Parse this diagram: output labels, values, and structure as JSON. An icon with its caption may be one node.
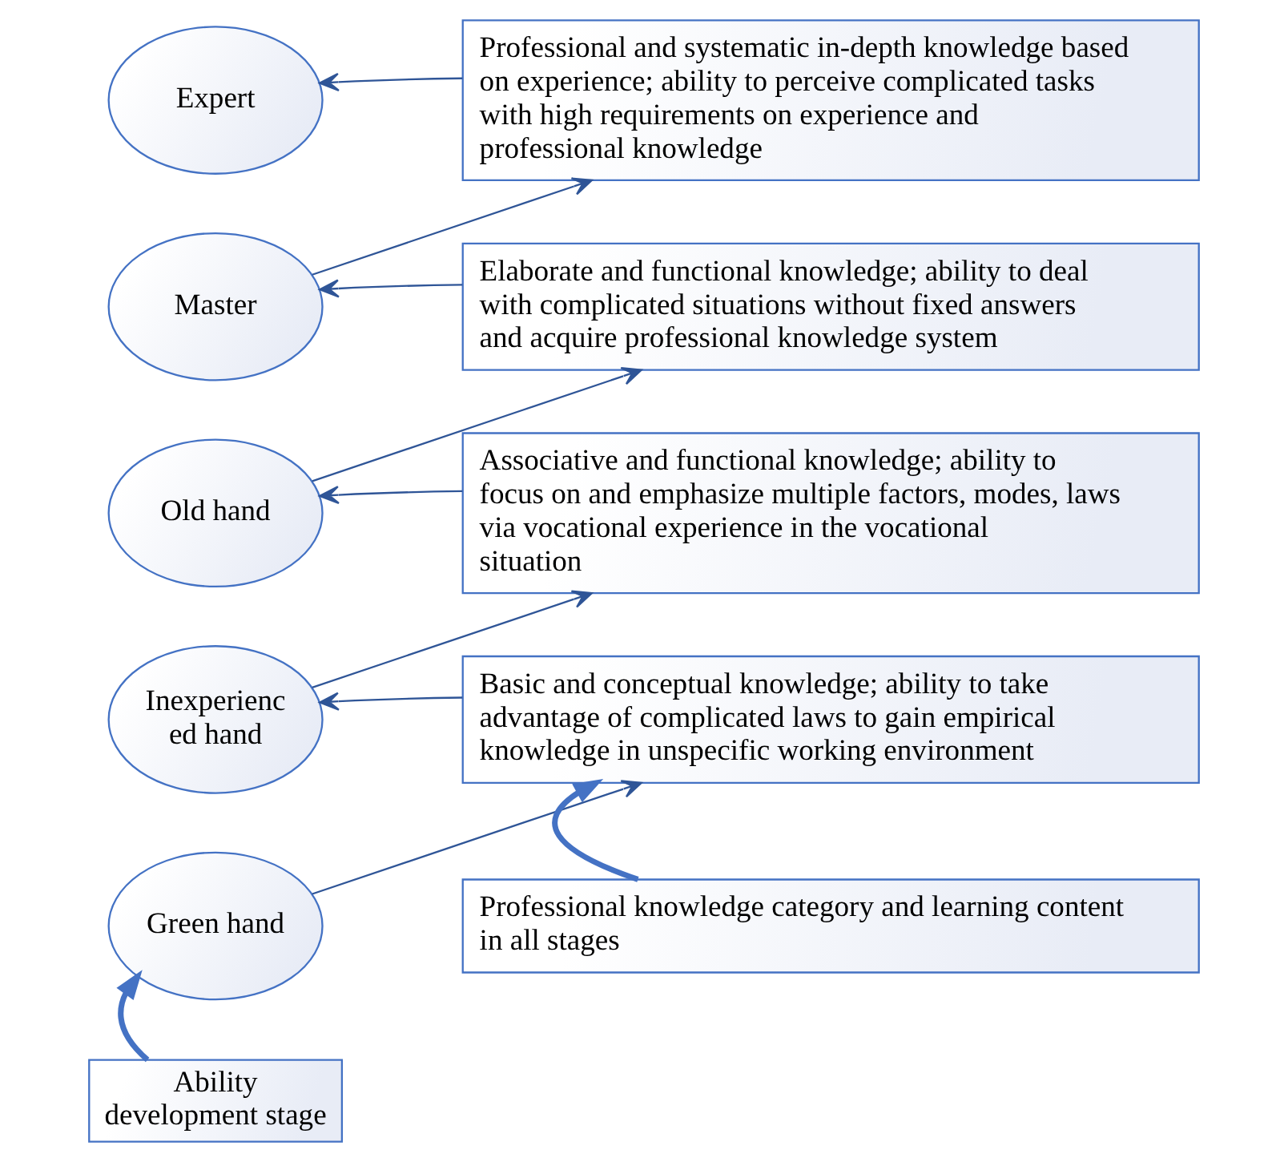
{
  "diagram": {
    "nodes": [
      {
        "text": [
          "Expert"
        ]
      },
      {
        "text": [
          "Professional and systematic in-depth knowledge based on experience; ability to perceive complicated tasks with high requirements on experience and professional knowledge"
        ]
      },
      {
        "text": [
          "Master"
        ]
      },
      {
        "text": [
          "Elaborate and functional knowledge; ability to deal with complicated situations without fixed answers and acquire professional knowledge system"
        ]
      },
      {
        "text": [
          "Old hand"
        ]
      },
      {
        "text": [
          "Associative and functional knowledge; ability to focus on and emphasize multiple factors, modes, laws via vocational experience in the vocational situation"
        ]
      },
      {
        "text": [
          "Inexperienc ed hand"
        ]
      },
      {
        "text": [
          "Green hand"
        ]
      },
      {
        "text": [
          "Basic and conceptual knowledge; ability to take advantage of complicated laws to gain empirical knowledge in unspecific working environment"
        ]
      },
      {
        "text": [
          "Ability development stage"
        ]
      },
      {
        "text": [
          "Professional knowledge category and learning content in all stages"
        ]
      }
    ],
    "edges": [
      {
        "from": 1,
        "to": 0,
        "arrow": "to"
      },
      {
        "from": 2,
        "to": 1,
        "arrow": "to"
      },
      {
        "from": 3,
        "to": 2,
        "arrow": "to"
      },
      {
        "from": 4,
        "to": 3,
        "arrow": "to"
      },
      {
        "from": 5,
        "to": 4,
        "arrow": "to"
      },
      {
        "from": 6,
        "to": 5,
        "arrow": "to"
      },
      {
        "from": 8,
        "to": 6,
        "arrow": "to"
      },
      {
        "from": 7,
        "to": 8,
        "arrow": "to"
      },
      {
        "from": 9,
        "to": 7,
        "arrow": "to",
        "style": "thick",
        "color": "#4472c4"
      },
      {
        "from": 10,
        "to": 8,
        "arrow": "to",
        "style": "thick",
        "color": "#4472c4"
      }
    ]
  }
}
